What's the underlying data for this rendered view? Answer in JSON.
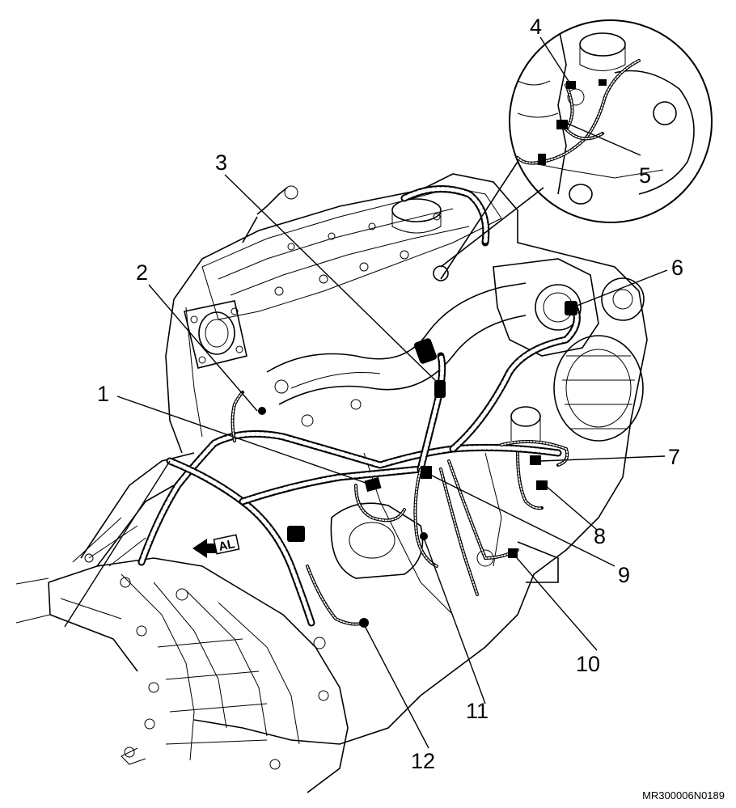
{
  "diagram": {
    "callouts": [
      "1",
      "2",
      "3",
      "4",
      "5",
      "6",
      "7",
      "8",
      "9",
      "10",
      "11",
      "12"
    ],
    "direction_label": "AL",
    "reference_code": "MR300006N0189",
    "colors": {
      "ink": "#000000",
      "paper": "#ffffff"
    }
  }
}
